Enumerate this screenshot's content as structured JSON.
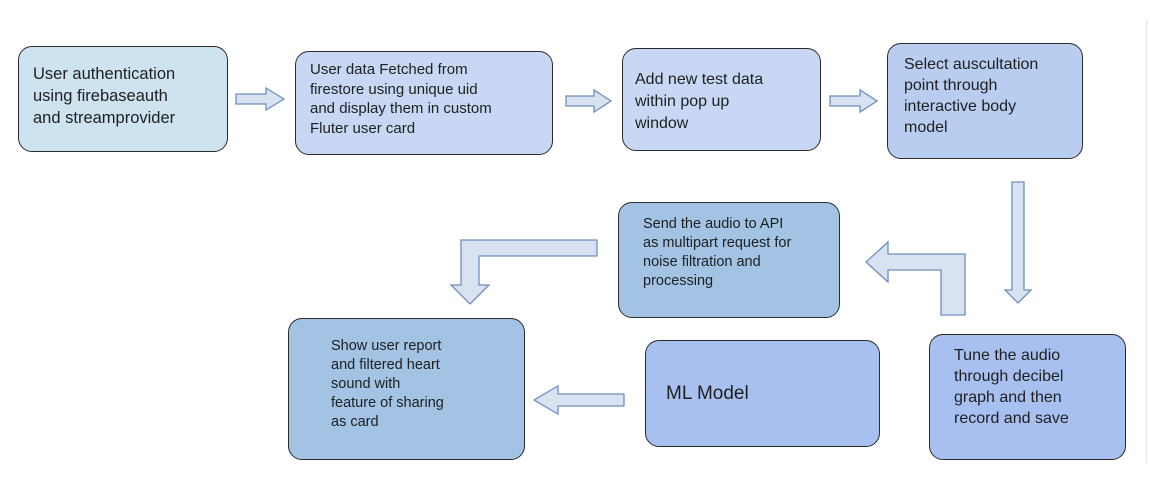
{
  "steps": [
    {
      "lines": [
        "User authentication",
        "using firebaseauth",
        "and streamprovider"
      ]
    },
    {
      "lines": [
        "User data Fetched from",
        "firestore using unique uid",
        "and display them in custom",
        "Fluter user card"
      ]
    },
    {
      "lines": [
        "Add new test data",
        "within pop up",
        "window"
      ]
    },
    {
      "lines": [
        "Select auscultation",
        "point through",
        "interactive body",
        "model"
      ]
    },
    {
      "lines": [
        "Send the audio to API",
        "as multipart request for",
        "noise filtration and",
        "processing"
      ]
    },
    {
      "lines": [
        "Tune the audio",
        "through decibel",
        "graph and then",
        "record and save"
      ]
    },
    {
      "lines": [
        "ML Model"
      ]
    },
    {
      "lines": [
        "Show user report",
        "and filtered heart",
        "sound with",
        "feature of sharing",
        "as card"
      ]
    }
  ],
  "colors": {
    "arrow_fill": "#d9e2f1",
    "arrow_stroke": "#6f8fbf",
    "box_border": "#2b2b2b"
  }
}
